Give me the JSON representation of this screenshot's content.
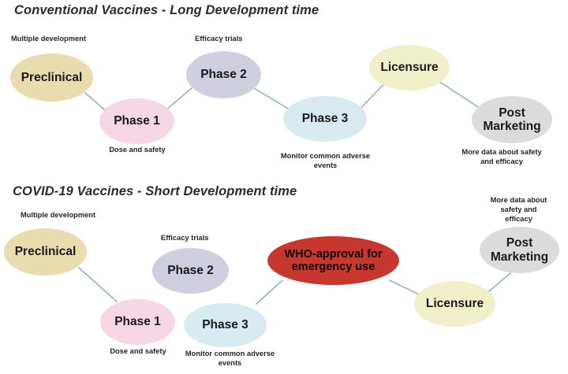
{
  "colors": {
    "background": "#ffffff",
    "title_text": "#2b2b2b",
    "node_text": "#1a1a1a",
    "caption_text": "#242424",
    "edge": "#8fb3bd",
    "preclinical": "#e9dcae",
    "phase1": "#f6d7e6",
    "phase2": "#d0cfe0",
    "phase3": "#d8ebf2",
    "licensure": "#f2efcb",
    "post_marketing": "#dcdcdc",
    "who_approval": "#c6382f"
  },
  "panels": [
    {
      "id": "conventional",
      "title": "Conventional Vaccines - Long Development time",
      "nodes": [
        {
          "id": "preclinical",
          "label": "Preclinical"
        },
        {
          "id": "phase1",
          "label": "Phase 1"
        },
        {
          "id": "phase2",
          "label": "Phase 2"
        },
        {
          "id": "phase3",
          "label": "Phase 3"
        },
        {
          "id": "licensure",
          "label": "Licensure"
        },
        {
          "id": "post-marketing",
          "label": "Post\nMarketing"
        }
      ],
      "captions": [
        {
          "id": "multiple-development",
          "text": "Multiple development"
        },
        {
          "id": "efficacy-trials",
          "text": "Efficacy trials"
        },
        {
          "id": "dose-and-safety",
          "text": "Dose and safety"
        },
        {
          "id": "monitor-adverse",
          "text": "Monitor common adverse\nevents"
        },
        {
          "id": "more-data",
          "text": "More data about safety\nand efficacy"
        }
      ]
    },
    {
      "id": "covid19",
      "title": "COVID-19 Vaccines - Short Development time",
      "nodes": [
        {
          "id": "preclinical",
          "label": "Preclinical"
        },
        {
          "id": "phase1",
          "label": "Phase 1"
        },
        {
          "id": "phase2",
          "label": "Phase 2"
        },
        {
          "id": "phase3",
          "label": "Phase 3"
        },
        {
          "id": "who-approval",
          "label": "WHO-approval for\nemergency use"
        },
        {
          "id": "licensure",
          "label": "Licensure"
        },
        {
          "id": "post-marketing",
          "label": "Post\nMarketing"
        }
      ],
      "captions": [
        {
          "id": "multiple-development",
          "text": "Multiple development"
        },
        {
          "id": "efficacy-trials",
          "text": "Efficacy trials"
        },
        {
          "id": "dose-and-safety",
          "text": "Dose and safety"
        },
        {
          "id": "monitor-adverse",
          "text": "Monitor common adverse\nevents"
        },
        {
          "id": "more-data",
          "text": "More data about\nsafety and\nefficacy"
        }
      ]
    }
  ]
}
